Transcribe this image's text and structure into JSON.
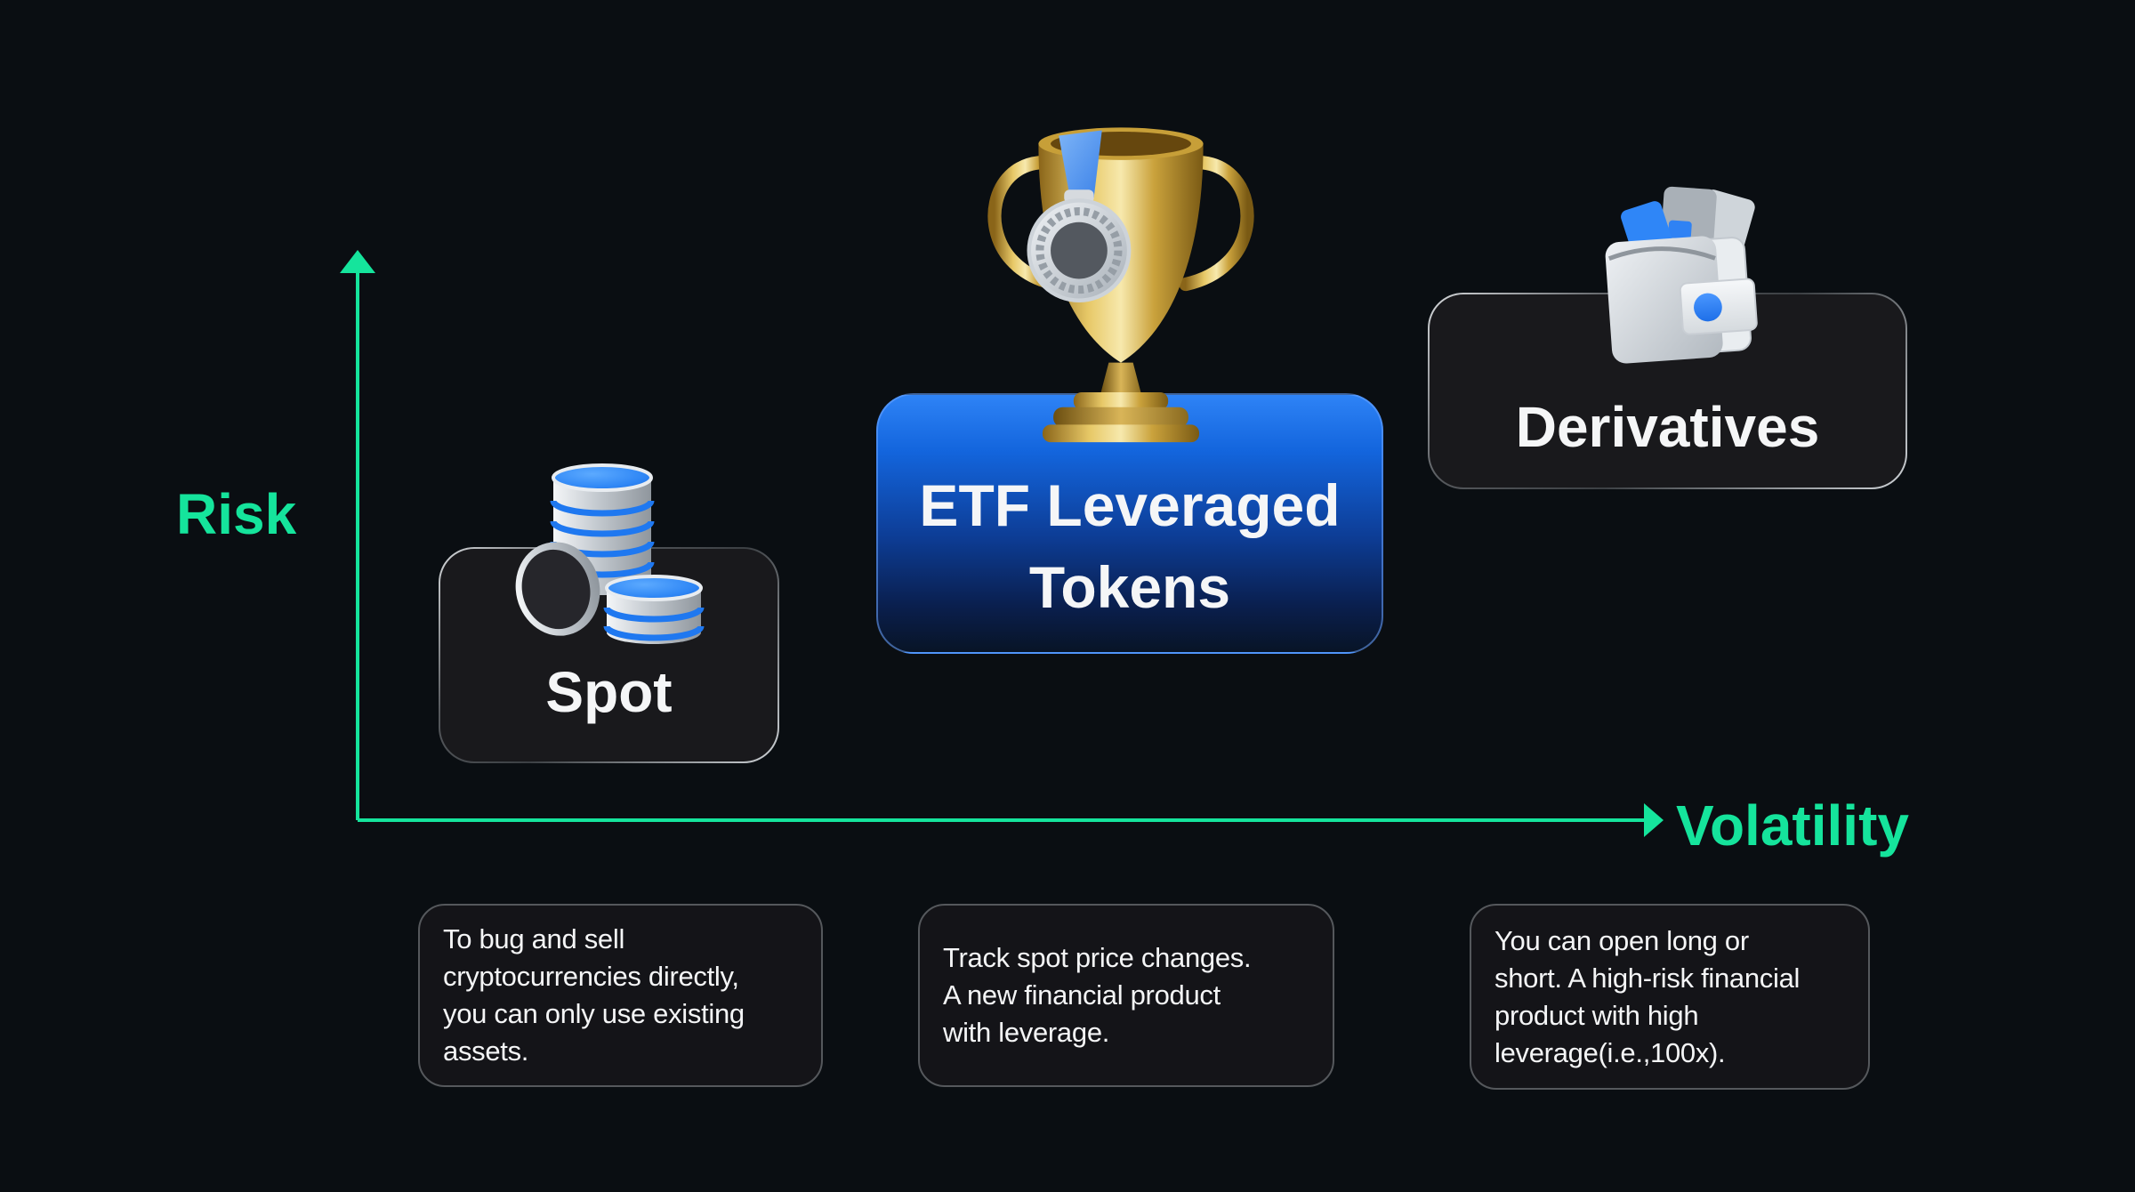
{
  "colors": {
    "background": "#0a0e12",
    "accent_green": "#15e49c",
    "accent_blue": "#2f82f4",
    "card_dark_bg": "#19191c",
    "card_blue_top": "#2e83f6",
    "card_blue_bottom": "#081426",
    "box_border": "#55585c",
    "text_primary": "#f5f6f7"
  },
  "axis": {
    "y_label": "Risk",
    "x_label": "Volatility"
  },
  "products": [
    {
      "id": "spot",
      "label": "Spot",
      "icon": "coins-icon",
      "highlighted": false,
      "description": "To bug and sell\ncryptocurrencies directly,\nyou can only use existing\nassets."
    },
    {
      "id": "etf-leveraged-tokens",
      "label": "ETF Leveraged\nTokens",
      "icon": "trophy-icon",
      "highlighted": true,
      "description": "Track spot price changes.\nA new financial product\nwith leverage."
    },
    {
      "id": "derivatives",
      "label": "Derivatives",
      "icon": "wallet-icon",
      "highlighted": false,
      "description": "You can open long or\nshort. A high-risk financial\nproduct with high\nleverage(i.e.,100x)."
    }
  ]
}
